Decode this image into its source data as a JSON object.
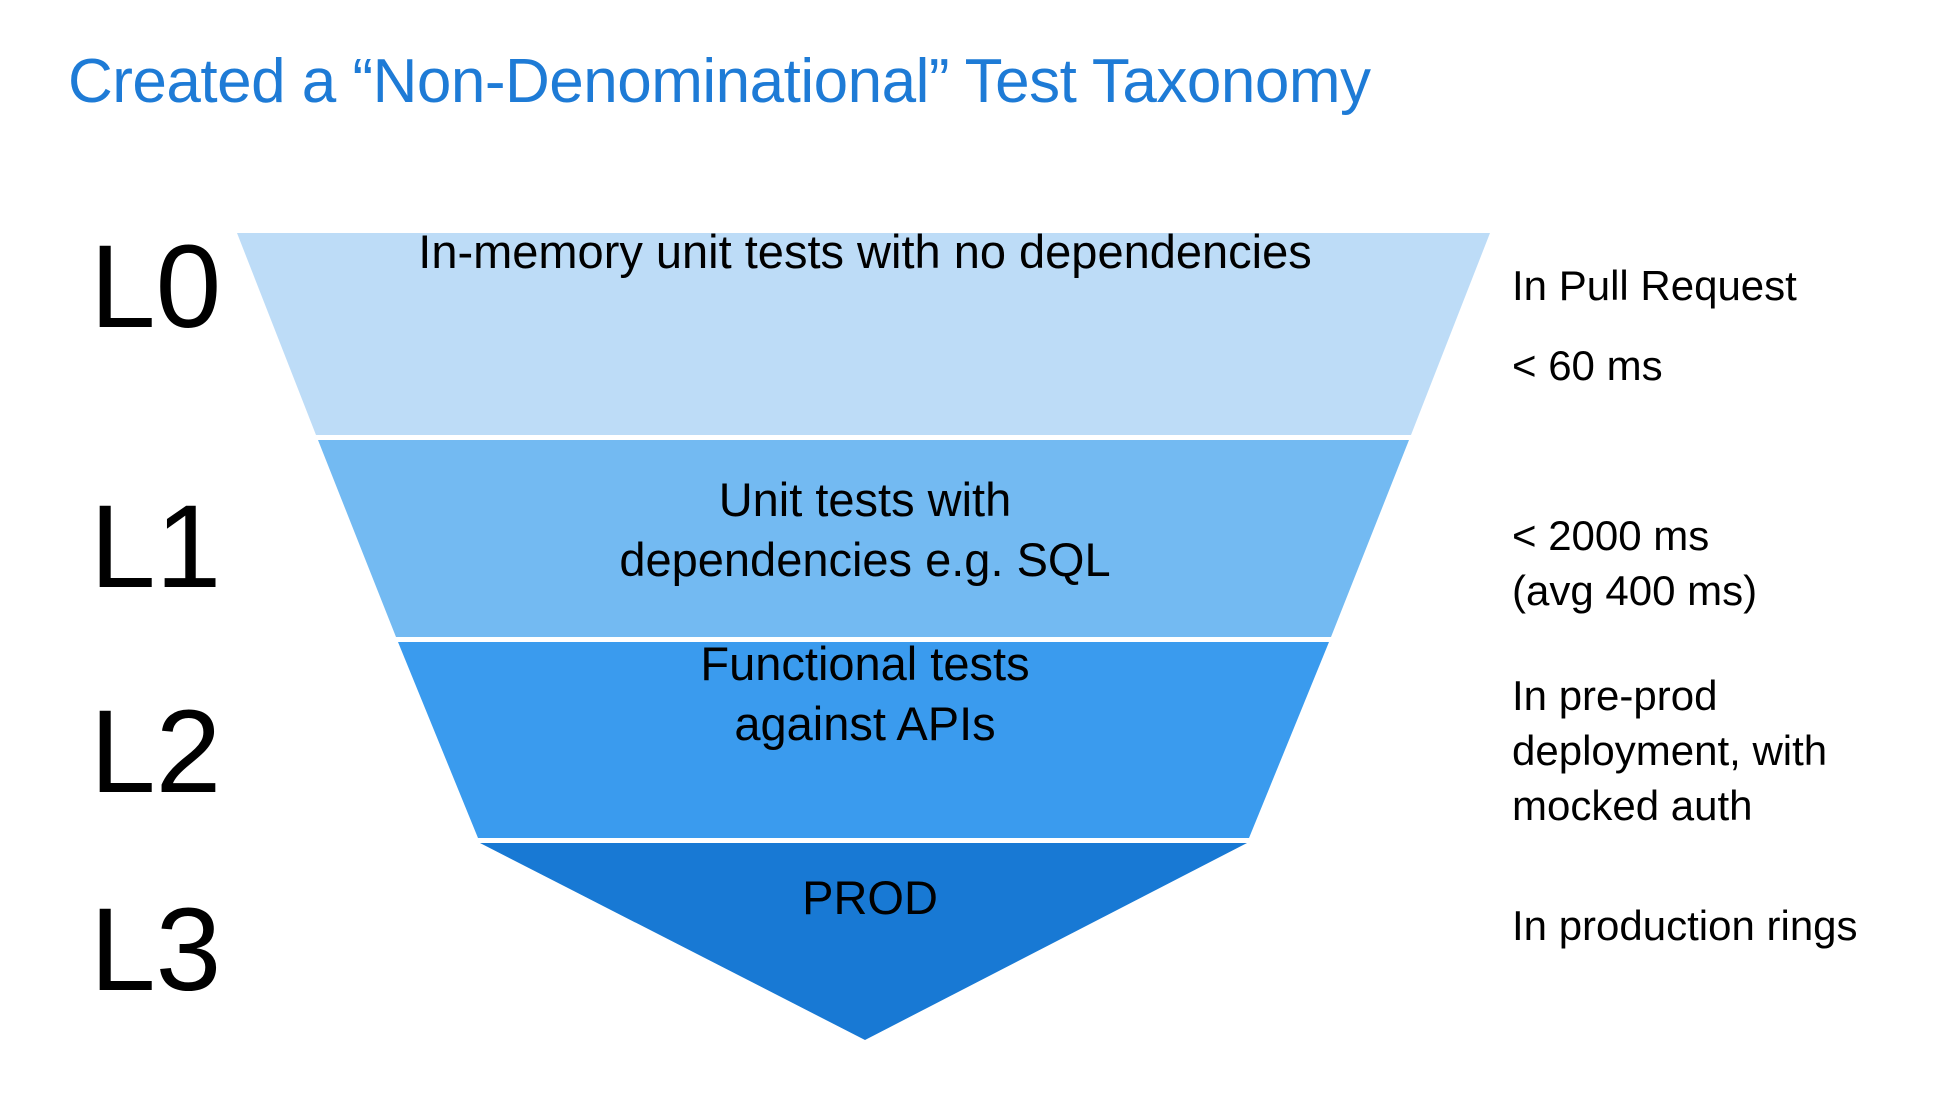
{
  "slide": {
    "title": "Created a “Non-Denominational” Test Taxonomy",
    "title_color": "#1E7BD6",
    "background_color": "#FFFFFF"
  },
  "funnel": {
    "orientation": "inverted",
    "divider_color": "#FFFFFF",
    "levels": [
      {
        "label": "L0",
        "caption": "In-memory unit tests with no dependencies",
        "color": "#BDDCF7",
        "annotations": [
          "In Pull Request",
          "< 60 ms"
        ]
      },
      {
        "label": "L1",
        "caption": "Unit tests with\ndependencies e.g. SQL",
        "color": "#73BAF2",
        "annotations": [
          "< 2000 ms\n(avg 400 ms)"
        ]
      },
      {
        "label": "L2",
        "caption": "Functional tests\nagainst APIs",
        "color": "#3A9BEE",
        "annotations": [
          "In pre-prod\ndeployment, with\nmocked auth"
        ]
      },
      {
        "label": "L3",
        "caption": "PROD",
        "color": "#1879D4",
        "annotations": [
          "In production rings"
        ]
      }
    ]
  },
  "annotations": {
    "l0_where": "In Pull Request",
    "l0_timing": "< 60 ms",
    "l1_timing": "< 2000 ms\n(avg 400 ms)",
    "l2_where": "In pre-prod\ndeployment, with\nmocked auth",
    "l3_where": "In production rings"
  }
}
